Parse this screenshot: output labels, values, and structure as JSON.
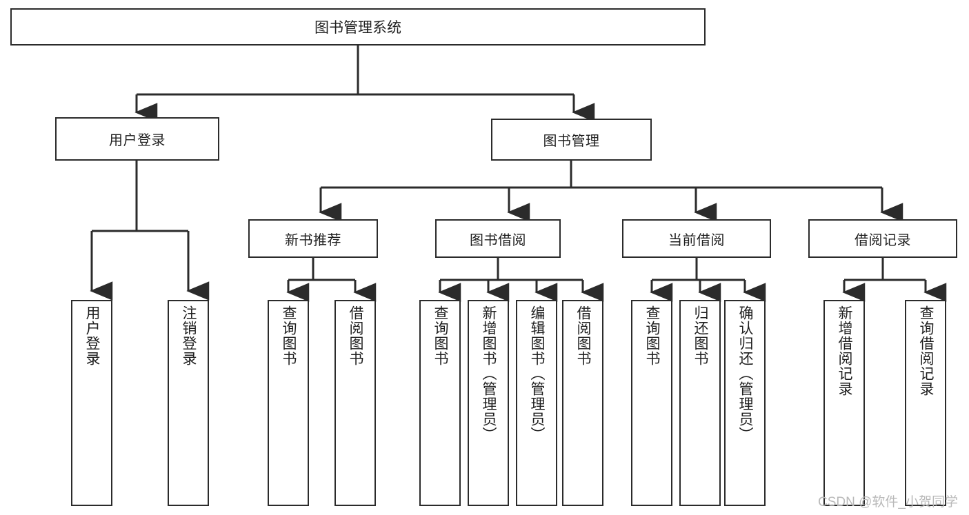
{
  "diagram": {
    "type": "tree",
    "title": "图书管理系统",
    "root": {
      "label": "图书管理系统"
    },
    "level1": [
      {
        "label": "用户登录"
      },
      {
        "label": "图书管理"
      }
    ],
    "level2": [
      {
        "label": "新书推荐"
      },
      {
        "label": "图书借阅"
      },
      {
        "label": "当前借阅"
      },
      {
        "label": "借阅记录"
      }
    ],
    "leaves": {
      "user_login": [
        {
          "label": "用户登录"
        },
        {
          "label": "注销登录"
        }
      ],
      "new_book_recommend": [
        {
          "label": "查询图书"
        },
        {
          "label": "借阅图书"
        }
      ],
      "book_borrow": [
        {
          "label": "查询图书"
        },
        {
          "label": "新增图书（管理员）"
        },
        {
          "label": "编辑图书（管理员）"
        },
        {
          "label": "借阅图书"
        }
      ],
      "current_borrow": [
        {
          "label": "查询图书"
        },
        {
          "label": "归还图书"
        },
        {
          "label": "确认归还（管理员）"
        }
      ],
      "borrow_record": [
        {
          "label": "新增借阅记录"
        },
        {
          "label": "查询借阅记录"
        }
      ]
    }
  },
  "watermark": {
    "text": "CSDN @软件_小贺同学"
  },
  "colors": {
    "stroke": "#2b2b2b",
    "text": "#1f1f1f",
    "background": "#ffffff",
    "watermark": "#b9b9b9"
  }
}
